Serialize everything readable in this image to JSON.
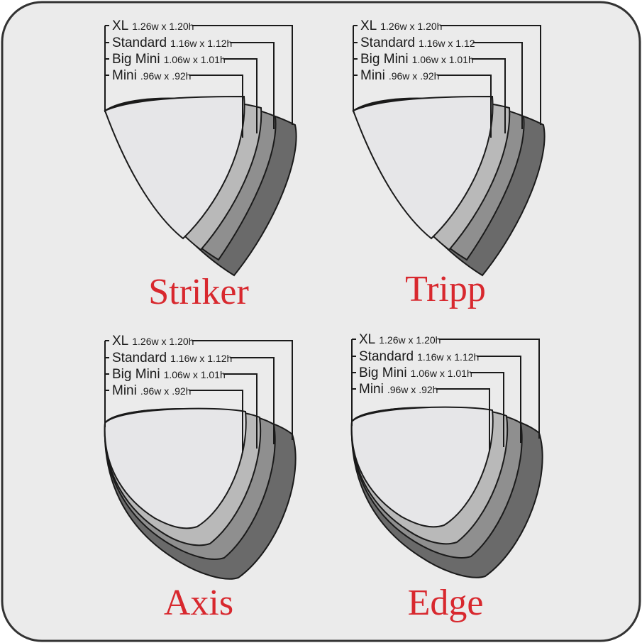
{
  "colors": {
    "title": "#d8282e",
    "frame_fill": "#ebebeb",
    "frame_stroke": "#333333",
    "pick_fills": [
      "#6a6a6a",
      "#8f8f8f",
      "#b9b9b9",
      "#e6e6e8"
    ],
    "outline": "#1a1a1a"
  },
  "sizes": [
    {
      "key": "xl",
      "label": "XL"
    },
    {
      "key": "standard",
      "label": "Standard"
    },
    {
      "key": "bigmini",
      "label": "Big Mini"
    },
    {
      "key": "mini",
      "label": "Mini"
    }
  ],
  "panels": [
    {
      "key": "striker",
      "title": "Striker",
      "shape": "pointed",
      "dims": [
        "1.26w x 1.20h",
        "1.16w x 1.12h",
        "1.06w x 1.01h",
        ".96w x .92h"
      ]
    },
    {
      "key": "tripp",
      "title": "Tripp",
      "shape": "pointed",
      "dims": [
        "1.26w x 1.20h",
        "1.16w x 1.12",
        "1.06w x 1.01h",
        ".96w x .92h"
      ]
    },
    {
      "key": "axis",
      "title": "Axis",
      "shape": "rounded",
      "dims": [
        "1.26w x 1.20h",
        "1.16w x 1.12h",
        "1.06w x 1.01h",
        ".96w x .92h"
      ]
    },
    {
      "key": "edge",
      "title": "Edge",
      "shape": "rounded",
      "dims": [
        "1.26w x 1.20h",
        "1.16w x 1.12h",
        "1.06w x 1.01h",
        ".96w x .92h"
      ]
    }
  ]
}
